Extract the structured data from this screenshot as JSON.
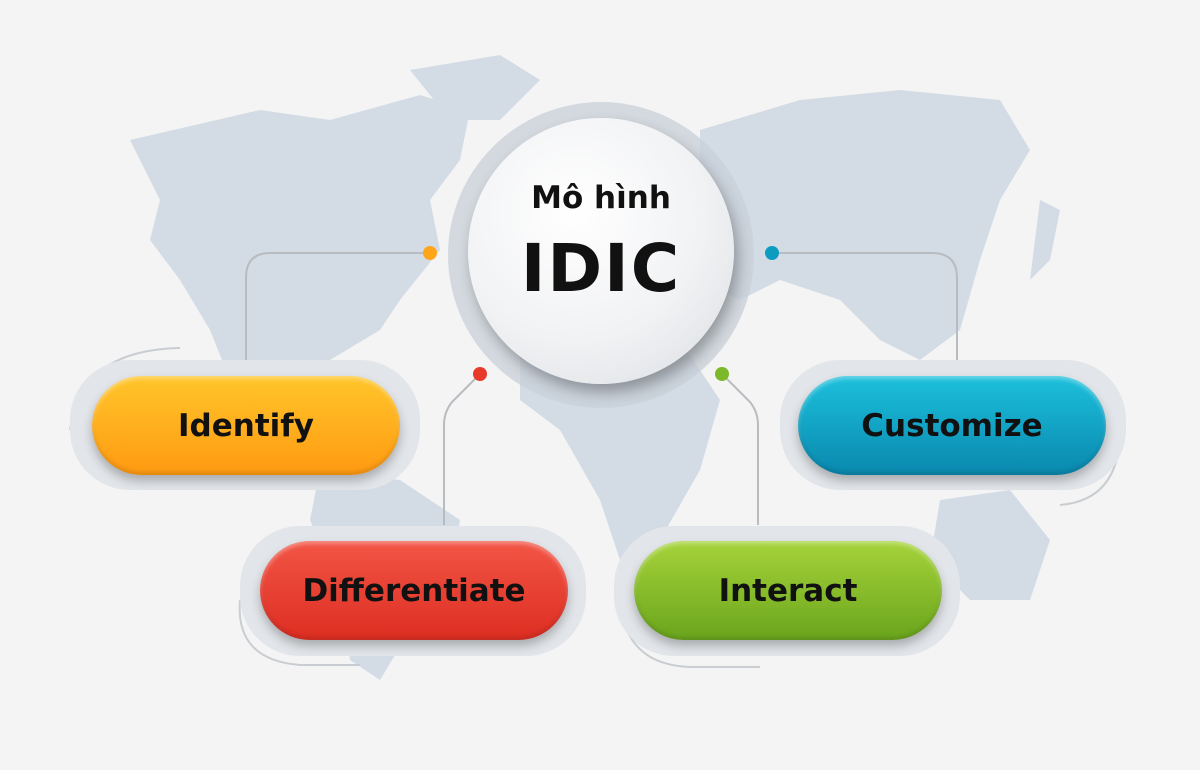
{
  "center": {
    "line1": "Mô hình",
    "line2": "IDIC"
  },
  "steps": [
    {
      "label": "Identify",
      "color": "#ffa51a"
    },
    {
      "label": "Differentiate",
      "color": "#e8392b"
    },
    {
      "label": "Interact",
      "color": "#7cb82a"
    },
    {
      "label": "Customize",
      "color": "#0d9bc0"
    }
  ],
  "colors": {
    "background": "#f4f4f4",
    "map": "#d3dce5",
    "connector": "#b8bcc0"
  }
}
